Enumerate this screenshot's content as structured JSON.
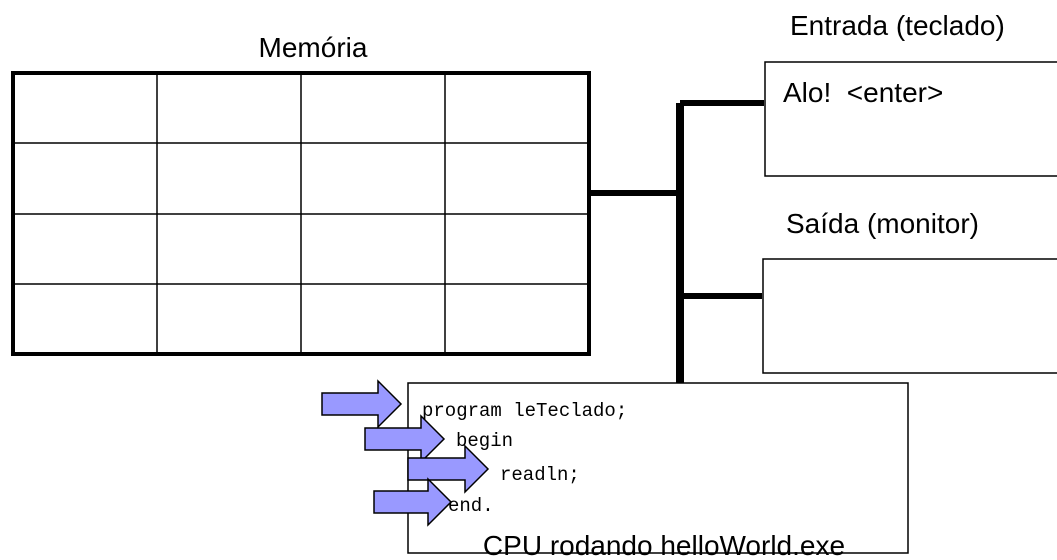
{
  "memory": {
    "title": "Memória",
    "rows": 4,
    "cols": 4
  },
  "input": {
    "title": "Entrada (teclado)",
    "content": "Alo!  <enter>"
  },
  "output": {
    "title": "Saída (monitor)",
    "content": ""
  },
  "cpu": {
    "caption": "CPU rodando helloWorld.exe",
    "code_lines": [
      "program leTeclado;",
      "begin",
      "readln;",
      "end."
    ]
  },
  "colors": {
    "line": "#000000",
    "arrow_fill": "#9999ff",
    "arrow_stroke": "#000000",
    "background": "#ffffff"
  },
  "icons": {
    "pointer": "right-arrow-icon"
  }
}
